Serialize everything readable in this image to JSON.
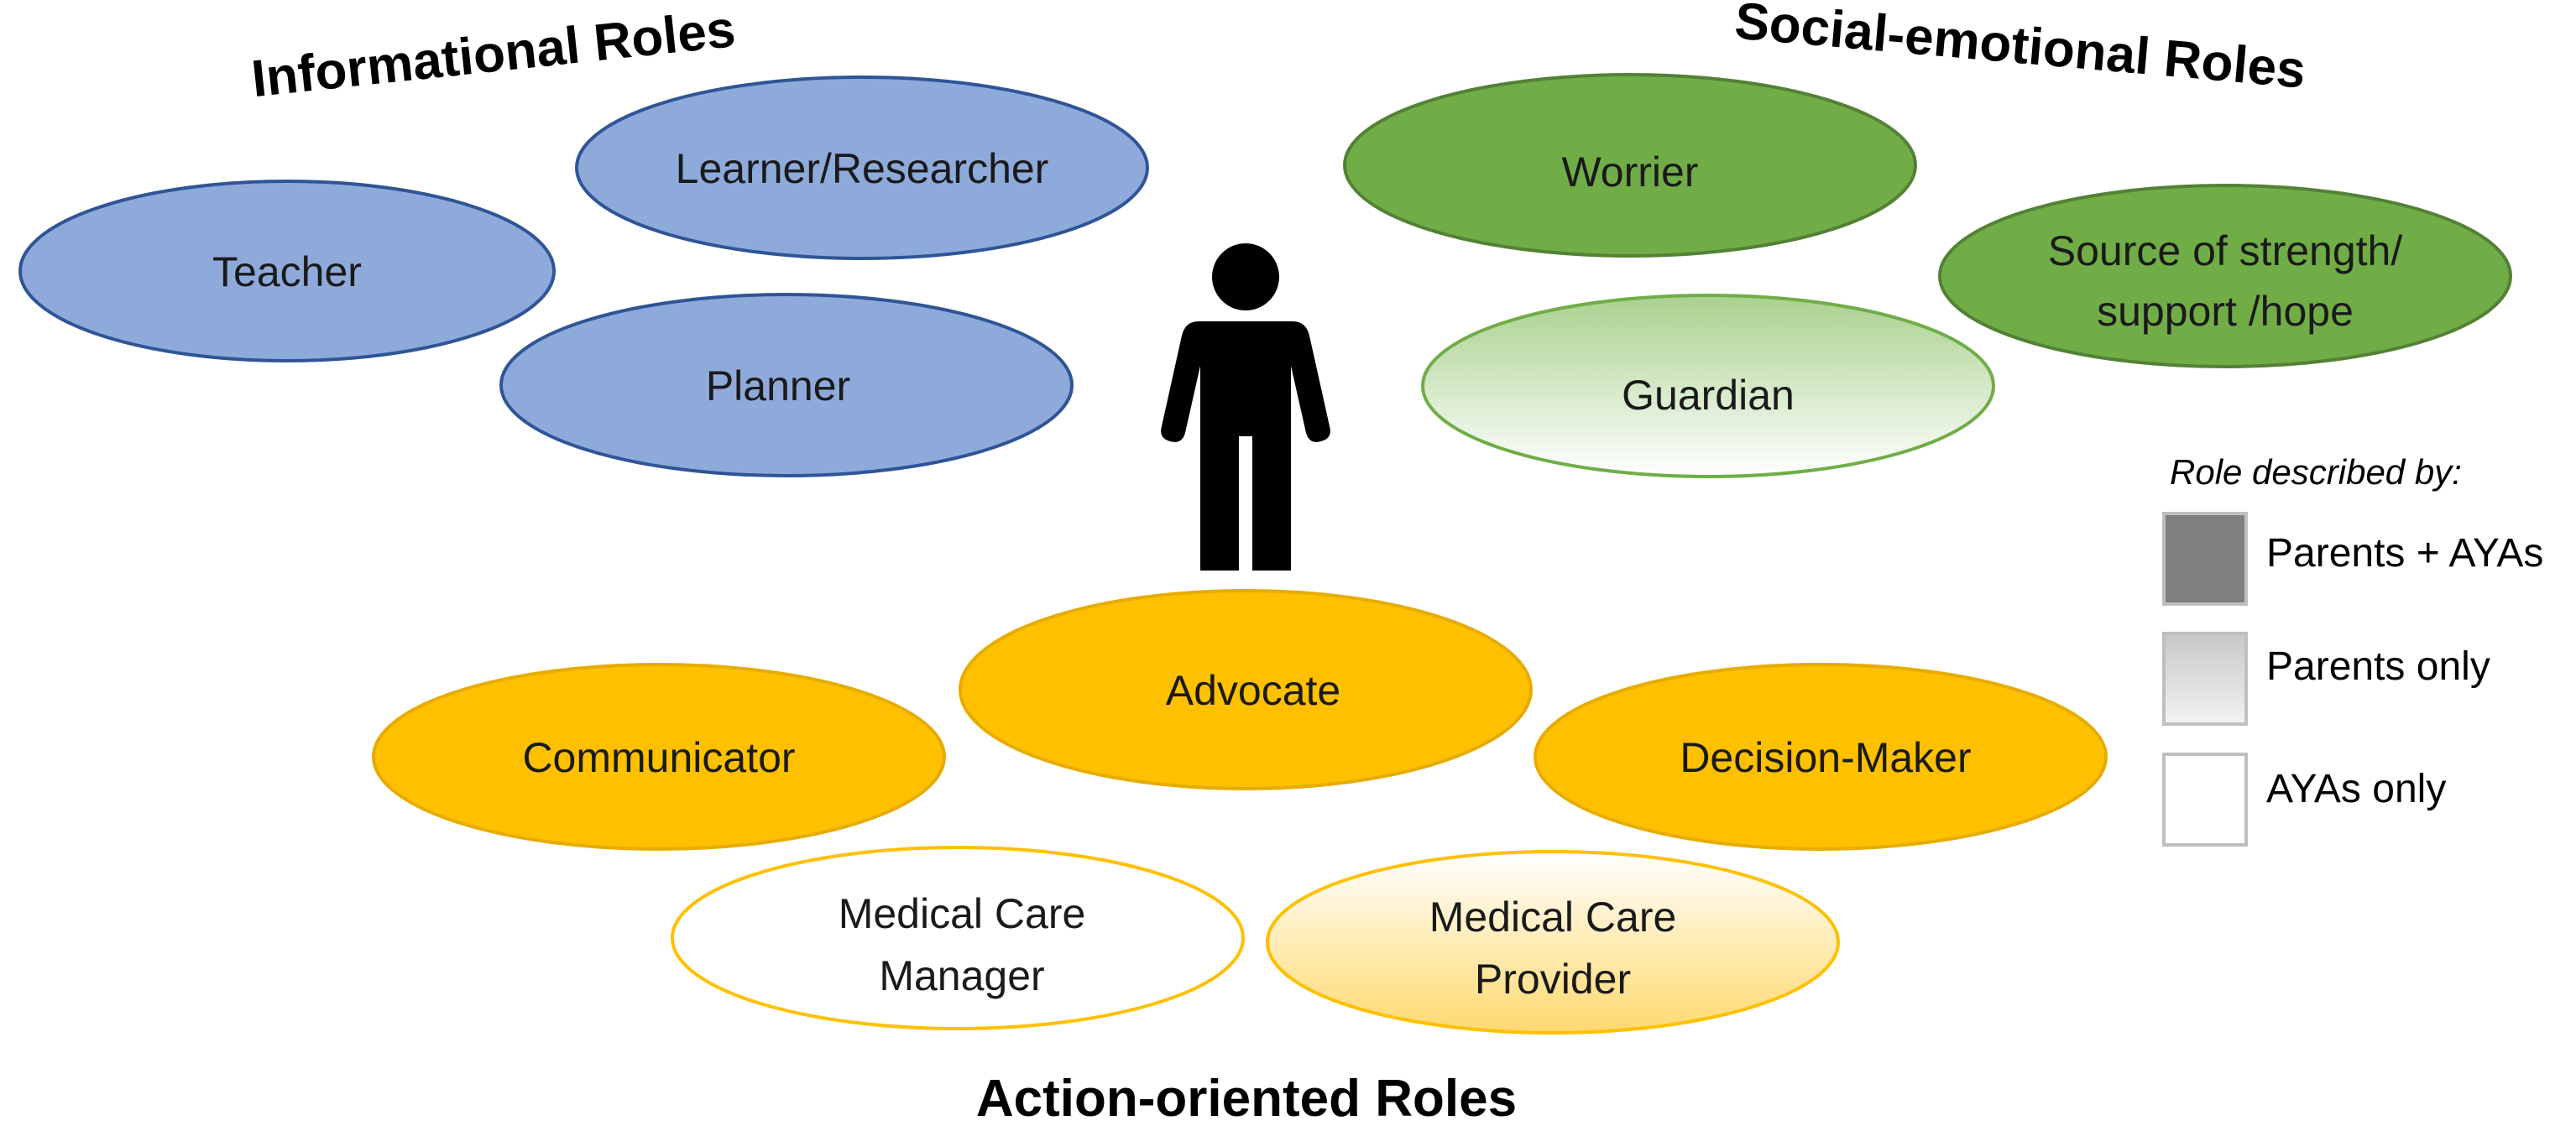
{
  "groups": {
    "informational": {
      "title": "Informational Roles",
      "roles": {
        "teacher": "Teacher",
        "learner": "Learner/Researcher",
        "planner": "Planner"
      }
    },
    "social_emotional": {
      "title": "Social-emotional Roles",
      "roles": {
        "worrier": "Worrier",
        "source_line1": "Source of strength/",
        "source_line2": "support /hope",
        "guardian": "Guardian"
      }
    },
    "action_oriented": {
      "title": "Action-oriented Roles",
      "roles": {
        "advocate": "Advocate",
        "communicator": "Communicator",
        "decision_maker": "Decision-Maker",
        "manager_line1": "Medical Care",
        "manager_line2": "Manager",
        "provider_line1": "Medical Care",
        "provider_line2": "Provider"
      }
    }
  },
  "legend": {
    "title": "Role described by:",
    "items": {
      "parents_ayas": "Parents + AYAs",
      "parents_only": "Parents only",
      "ayas_only": "AYAs only"
    }
  },
  "colors": {
    "informational_fill": "#8eaadb",
    "informational_stroke": "#2f5597",
    "social_fill": "#70ad47",
    "social_stroke": "#538135",
    "action_fill": "#ffc000",
    "action_stroke": "#e6ac00",
    "legend_dark": "#7f7f7f",
    "legend_light": "#d9d9d9",
    "person": "#000000"
  },
  "icons": {
    "person": "person-icon"
  }
}
